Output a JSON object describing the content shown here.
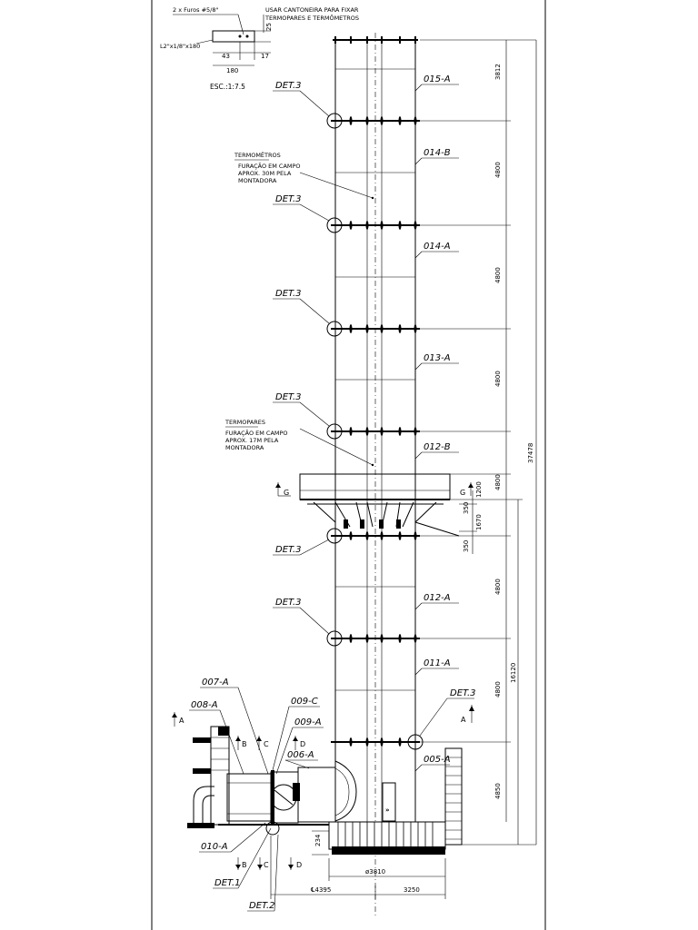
{
  "notes": {
    "holes": "2 x Furos #5/8\"",
    "angle_note_1": "USAR CANTONEIRA PARA FIXAR",
    "angle_note_2": "TERMOPARES E TERMÔMETROS",
    "angle_profile": "L2\"x1/8\"x180",
    "scale": "ESC.:1:7.5",
    "termometros_title": "TERMOMÊTROS",
    "termometros_1": "FURAÇÃO EM CAMPO",
    "termometros_2": "APROX. 30M PELA",
    "termometros_3": "MONTADORA",
    "termopares_title": "TERMOPARES",
    "termopares_1": "FURAÇÃO EM CAMPO",
    "termopares_2": "APROX. 17M PELA",
    "termopares_3": "MONTADORA"
  },
  "detail_dims": {
    "d25": "25",
    "d43": "43",
    "d17": "17",
    "d180": "180"
  },
  "sections": [
    {
      "label": "015-A"
    },
    {
      "label": "014-B"
    },
    {
      "label": "014-A"
    },
    {
      "label": "013-A"
    },
    {
      "label": "012-B"
    },
    {
      "label": "012-A"
    },
    {
      "label": "011-A"
    },
    {
      "label": "005-A"
    }
  ],
  "det_labels": [
    "DET.3",
    "DET.3",
    "DET.3",
    "DET.3",
    "DET.3",
    "DET.3",
    "DET.3"
  ],
  "lower_labels": {
    "l007": "007-A",
    "l008": "008-A",
    "l009c": "009-C",
    "l009a": "009-A",
    "l006": "006-A",
    "l010": "010-A",
    "det1": "DET.1",
    "det2": "DET.2"
  },
  "section_marks": {
    "A": "A",
    "B": "B",
    "C": "C",
    "D": "D",
    "G": "G"
  },
  "dimensions": {
    "h015": "3812",
    "h014b": "4800",
    "h014a": "4800",
    "h013": "4800",
    "h012b": "4800",
    "h012a": "4800",
    "h011": "4800",
    "h005": "4850",
    "total": "37478",
    "lower": "16120",
    "platform": "1200",
    "bracket": "1670",
    "d350a": "350",
    "d350b": "350",
    "base_h": "234",
    "dia": "ø3810",
    "cl": "℄4395",
    "offset": "3250"
  }
}
